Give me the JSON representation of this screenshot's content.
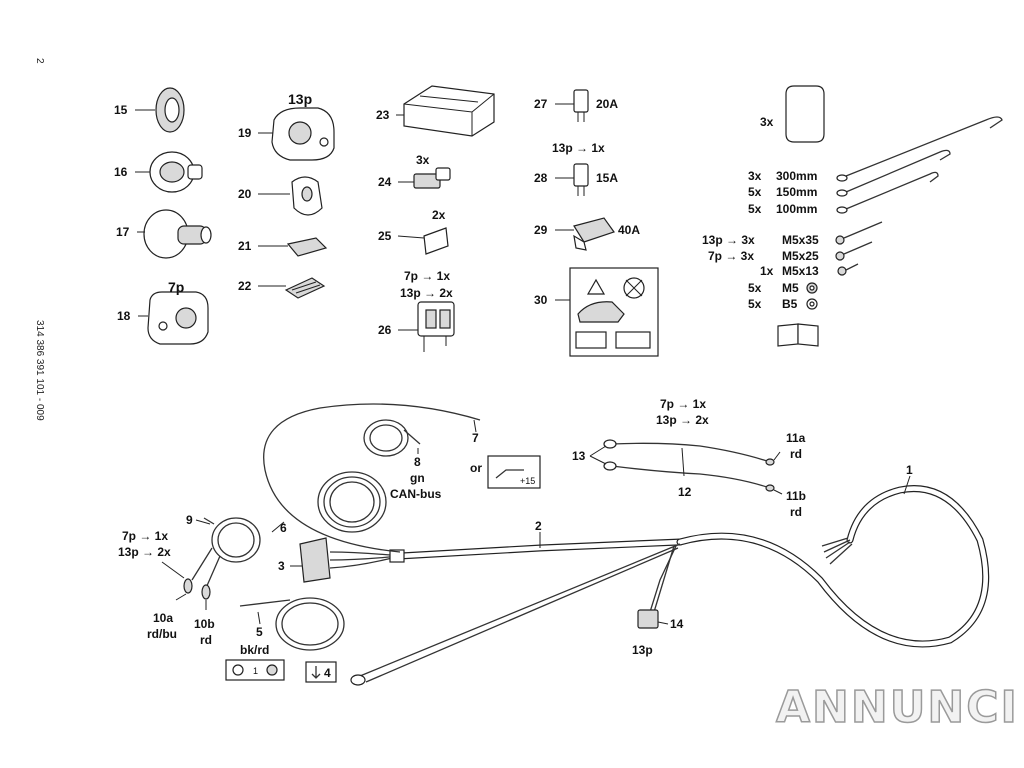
{
  "sheet": {
    "page_number": "2",
    "doc_code": "314 386 391 101 - 009"
  },
  "parts": {
    "p15": "15",
    "p16": "16",
    "p17": "17",
    "p18": "18",
    "p18_pins": "7p",
    "p19": "19",
    "p19_pins": "13p",
    "p20": "20",
    "p21": "21",
    "p22": "22",
    "p23": "23",
    "p24": "24",
    "p24_qty": "3x",
    "p25": "25",
    "p25_qty": "2x",
    "p26": "26",
    "p26_qty_7p": "7p → 1x",
    "p26_qty_13p": "13p → 2x",
    "p27": "27",
    "p27_rating": "20A",
    "p28": "28",
    "p28_rating": "15A",
    "p28_qty": "13p → 1x",
    "p29": "29",
    "p29_rating": "40A",
    "p30": "30"
  },
  "hardware": {
    "pad_qty": "3x",
    "ties": [
      {
        "qty": "3x",
        "size": "300mm"
      },
      {
        "qty": "5x",
        "size": "150mm"
      },
      {
        "qty": "5x",
        "size": "100mm"
      }
    ],
    "screws": [
      {
        "qty": "13p → 3x",
        "size": "M5x35"
      },
      {
        "qty": "7p → 3x",
        "size": "M5x25"
      },
      {
        "qty": "1x",
        "size": "M5x13"
      },
      {
        "qty": "5x",
        "size": "M5"
      },
      {
        "qty": "5x",
        "size": "B5"
      }
    ]
  },
  "harness": {
    "w1": "1",
    "w2": "2",
    "w3": "3",
    "w4": "4",
    "w5": "5",
    "w5_color": "bk/rd",
    "w6": "6",
    "w7": "7",
    "w7_color": "or",
    "w8": "8",
    "w8_color": "gn",
    "w8_bus": "CAN-bus",
    "w9": "9",
    "w9_qty_7p": "7p → 1x",
    "w9_qty_13p": "13p → 2x",
    "w10a": "10a",
    "w10a_color": "rd/bu",
    "w10b": "10b",
    "w10b_color": "rd",
    "w11a": "11a",
    "w11a_color": "rd",
    "w11b": "11b",
    "w11b_color": "rd",
    "w12": "12",
    "w12_qty_7p": "7p → 1x",
    "w12_qty_13p": "13p → 2x",
    "w13": "13",
    "w14": "14",
    "w14_pins": "13p",
    "plus15": "+15",
    "arrow4_label": "4",
    "box_label_middle": "1"
  },
  "watermark": "ANNUNCI",
  "colors": {
    "ink": "#222222",
    "paper": "#ffffff",
    "watermark": "#9a9a9a"
  }
}
